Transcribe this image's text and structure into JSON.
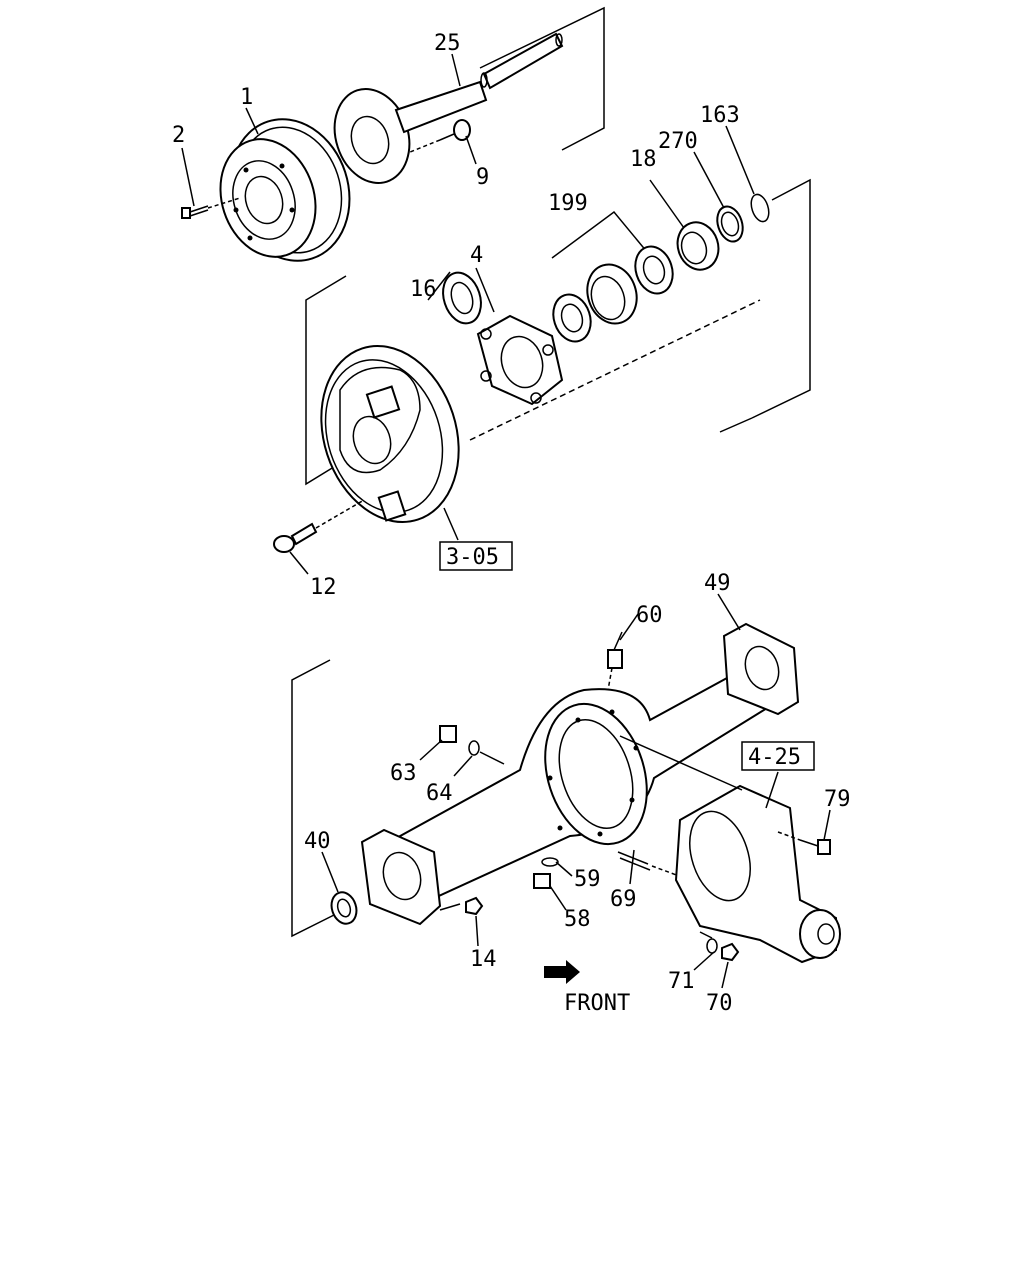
{
  "diagram": {
    "callouts": {
      "c1": "1",
      "c2": "2",
      "c4": "4",
      "c9": "9",
      "c12": "12",
      "c14": "14",
      "c16": "16",
      "c18": "18",
      "c25": "25",
      "c40": "40",
      "c49": "49",
      "c58": "58",
      "c59": "59",
      "c60": "60",
      "c63": "63",
      "c64": "64",
      "c69": "69",
      "c70": "70",
      "c71": "71",
      "c79": "79",
      "c163": "163",
      "c199": "199",
      "c270": "270"
    },
    "refs": {
      "brake": "3-05",
      "diff": "4-25"
    },
    "front_label": "FRONT"
  }
}
